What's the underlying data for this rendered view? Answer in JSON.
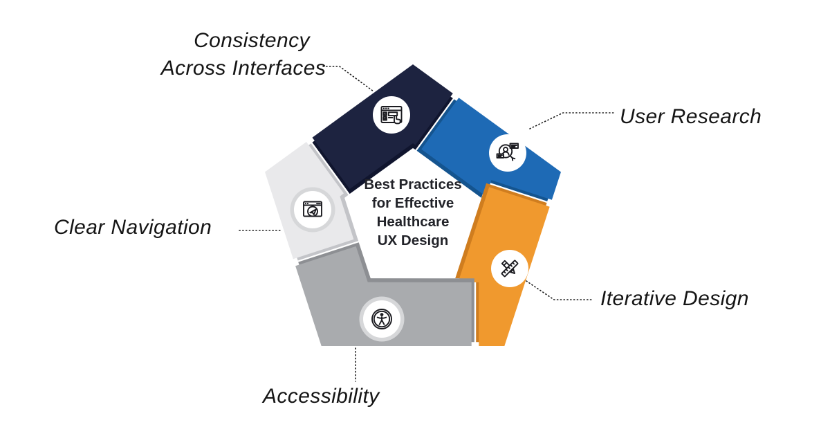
{
  "background_color": "#ffffff",
  "center": {
    "line1": "Best Practices",
    "line2": "for Effective",
    "line3": "Healthcare",
    "line4": "UX Design",
    "text_color": "#222329"
  },
  "callouts": {
    "consistency": {
      "line1": "Consistency",
      "line2": "Across Interfaces"
    },
    "user_research": {
      "label": "User Research"
    },
    "iterative_design": {
      "label": "Iterative Design"
    },
    "accessibility": {
      "label": "Accessibility"
    },
    "clear_navigation": {
      "label": "Clear Navigation"
    },
    "text_color": "#151515",
    "leader_line_color": "#1a1a1a",
    "leader_line_style": "dotted"
  },
  "segments": [
    {
      "name": "consistency-across-interfaces",
      "icon": "browser-checklist-icon",
      "color": "#1d2340",
      "shadow": "#10152e"
    },
    {
      "name": "user-research",
      "icon": "person-magnifier-icon",
      "color": "#1e6ab5",
      "shadow": "#14548f"
    },
    {
      "name": "iterative-design",
      "icon": "pencil-ruler-icon",
      "color": "#f0992e",
      "shadow": "#cf7d1f"
    },
    {
      "name": "accessibility",
      "icon": "accessibility-person-icon",
      "color": "#a9abae",
      "shadow": "#8d8f93"
    },
    {
      "name": "clear-navigation",
      "icon": "browser-paper-plane-icon",
      "color": "#e9e9eb",
      "shadow": "#c3c4c8"
    }
  ],
  "icon_circle_color": "#ffffff",
  "icon_ring_color": "#d6d7d9"
}
